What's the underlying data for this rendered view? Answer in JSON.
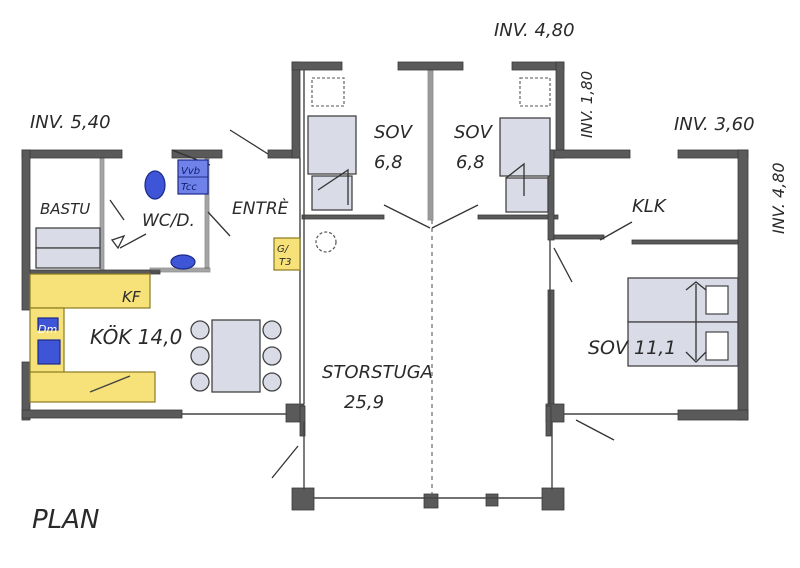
{
  "labels": {
    "inv_540": "INV. 5,40",
    "inv_480_top": "INV. 4,80",
    "inv_180": "INV. 1,80",
    "inv_360": "INV. 3,60",
    "inv_480_side": "INV. 4,80",
    "bastu": "BASTU",
    "wcd": "WC/D.",
    "entre": "ENTRÈ",
    "vvb": "Vvb",
    "tcc": "Tcc",
    "sov_left": "SOV",
    "sov_left_area": "6,8",
    "sov_mid": "SOV",
    "sov_mid_area": "6,8",
    "klk": "KLK",
    "sov_right": "SOV 11,1",
    "kf": "KF",
    "dm": "Dm",
    "kok": "KÖK 14,0",
    "storstuga": "STORSTUGA",
    "storstuga_area": "25,9",
    "gt_g": "G/",
    "gt_t": "T3",
    "plan": "PLAN"
  },
  "colors": {
    "wall": "#5a5a5a",
    "fixture_blue": "#3f55d8",
    "cabinet_yellow": "#f7e27a",
    "furniture_grey": "#d9dbe6"
  }
}
